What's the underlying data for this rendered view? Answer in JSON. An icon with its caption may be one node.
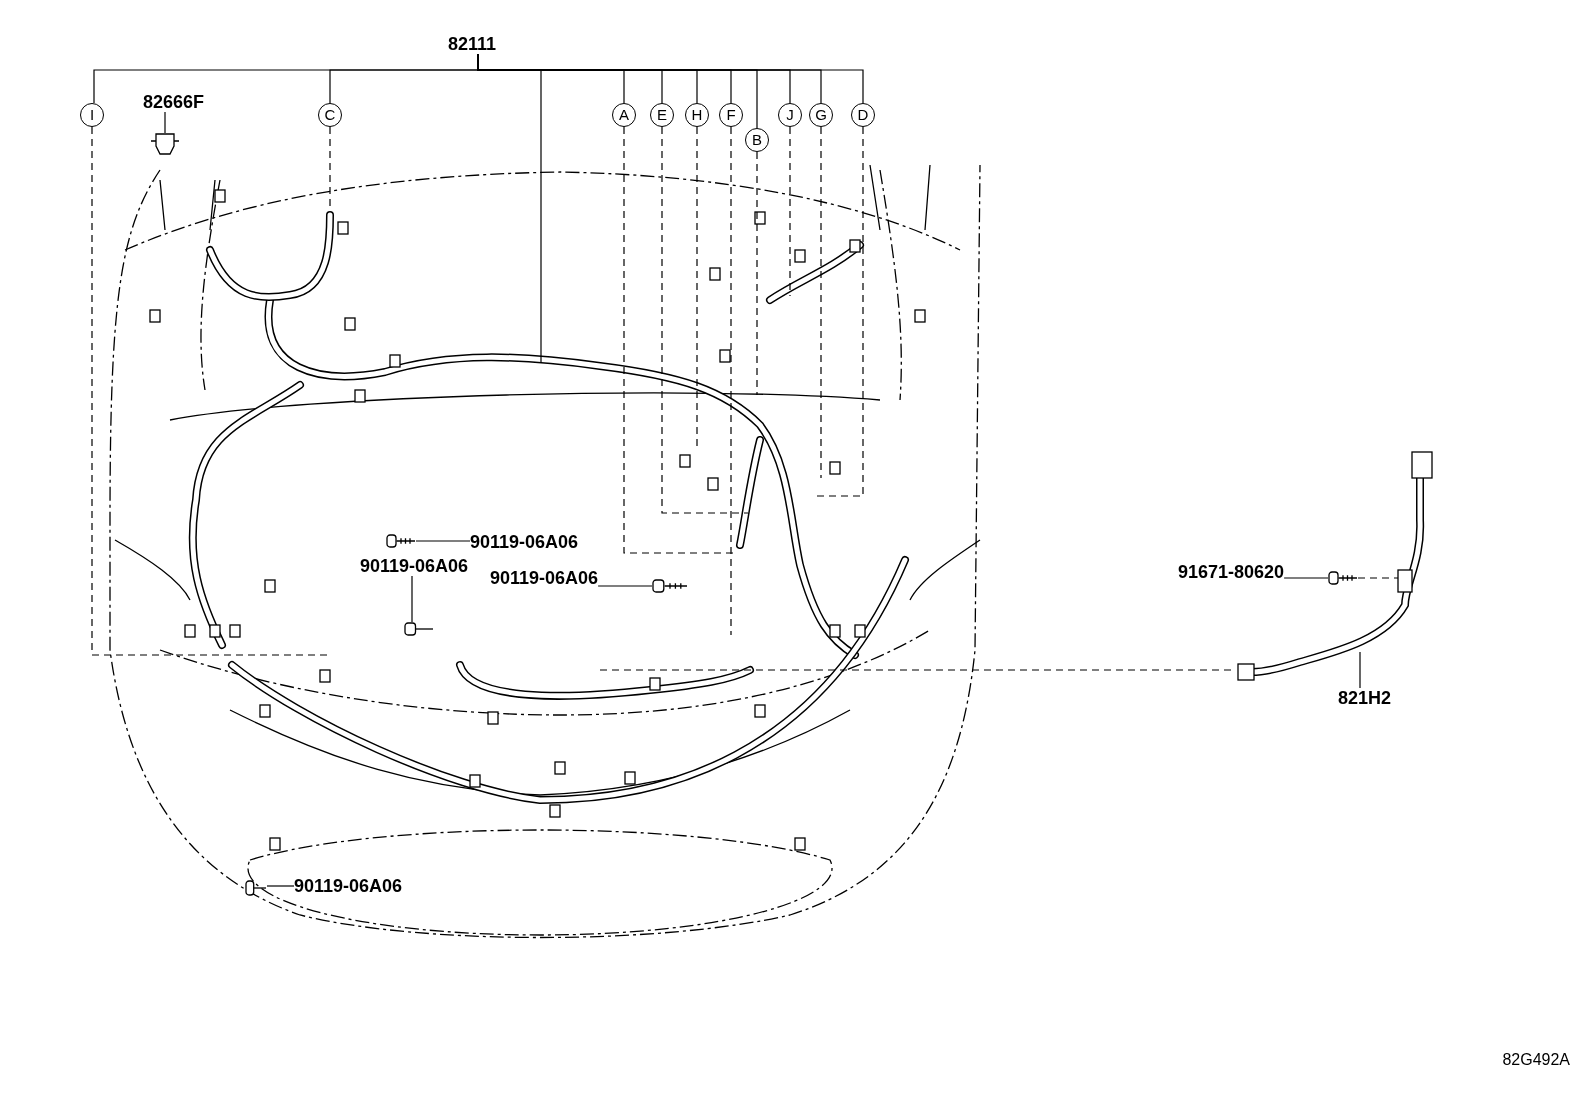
{
  "diagram": {
    "nodes": [
      {
        "text": [
          "82111"
        ]
      },
      {
        "text": [
          "I"
        ]
      },
      {
        "text": [
          "C"
        ]
      },
      {
        "text": [
          "A"
        ]
      },
      {
        "text": [
          "E"
        ]
      },
      {
        "text": [
          "H"
        ]
      },
      {
        "text": [
          "F"
        ]
      },
      {
        "text": [
          "B"
        ]
      },
      {
        "text": [
          "J"
        ]
      },
      {
        "text": [
          "G"
        ]
      },
      {
        "text": [
          "D"
        ]
      },
      {
        "text": [
          "82666F"
        ]
      },
      {
        "text": [],
        "shape": "picture"
      },
      {
        "text": [
          "90119-06A06"
        ]
      },
      {
        "text": [],
        "shape": "picture"
      },
      {
        "text": [
          "90119-06A06"
        ]
      },
      {
        "text": [],
        "shape": "picture"
      },
      {
        "text": [
          "90119-06A06"
        ]
      },
      {
        "text": [],
        "shape": "picture"
      },
      {
        "text": [
          "90119-06A06"
        ]
      },
      {
        "text": [],
        "shape": "picture"
      },
      {
        "text": [
          "91671-80620"
        ]
      },
      {
        "text": [],
        "shape": "picture"
      },
      {
        "text": [
          "821H2"
        ]
      }
    ],
    "edges": [
      {
        "from": 0,
        "to": 1,
        "arrow": "none"
      },
      {
        "from": 0,
        "to": 2,
        "arrow": "none"
      },
      {
        "from": 0,
        "to": 3,
        "arrow": "none"
      },
      {
        "from": 0,
        "to": 4,
        "arrow": "none"
      },
      {
        "from": 0,
        "to": 5,
        "arrow": "none"
      },
      {
        "from": 0,
        "to": 6,
        "arrow": "none"
      },
      {
        "from": 0,
        "to": 7,
        "arrow": "none"
      },
      {
        "from": 0,
        "to": 8,
        "arrow": "none"
      },
      {
        "from": 0,
        "to": 9,
        "arrow": "none"
      },
      {
        "from": 0,
        "to": 10,
        "arrow": "none"
      },
      {
        "from": 0,
        "to": null,
        "arrow": "none"
      },
      {
        "from": 1,
        "to": null,
        "arrow": "none",
        "style": "dashed"
      },
      {
        "from": 2,
        "to": null,
        "arrow": "none",
        "style": "dashed"
      },
      {
        "from": 3,
        "to": null,
        "arrow": "none",
        "style": "dashed"
      },
      {
        "from": 4,
        "to": null,
        "arrow": "none",
        "style": "dashed"
      },
      {
        "from": 5,
        "to": null,
        "arrow": "none",
        "style": "dashed"
      },
      {
        "from": 6,
        "to": null,
        "arrow": "none",
        "style": "dashed"
      },
      {
        "from": 7,
        "to": null,
        "arrow": "none",
        "style": "dashed"
      },
      {
        "from": 8,
        "to": null,
        "arrow": "none",
        "style": "dashed"
      },
      {
        "from": 9,
        "to": null,
        "arrow": "none",
        "style": "dashed"
      },
      {
        "from": 10,
        "to": null,
        "arrow": "none",
        "style": "dashed"
      },
      {
        "from": 11,
        "to": 12,
        "arrow": "none"
      },
      {
        "from": 13,
        "to": 14,
        "arrow": "none"
      },
      {
        "from": 15,
        "to": 16,
        "arrow": "none"
      },
      {
        "from": 17,
        "to": 18,
        "arrow": "none"
      },
      {
        "from": 19,
        "to": 20,
        "arrow": "none"
      },
      {
        "from": 21,
        "to": 22,
        "arrow": "none"
      },
      {
        "from": 23,
        "to": null,
        "arrow": "none"
      }
    ],
    "labels": [
      "82G492A"
    ]
  }
}
